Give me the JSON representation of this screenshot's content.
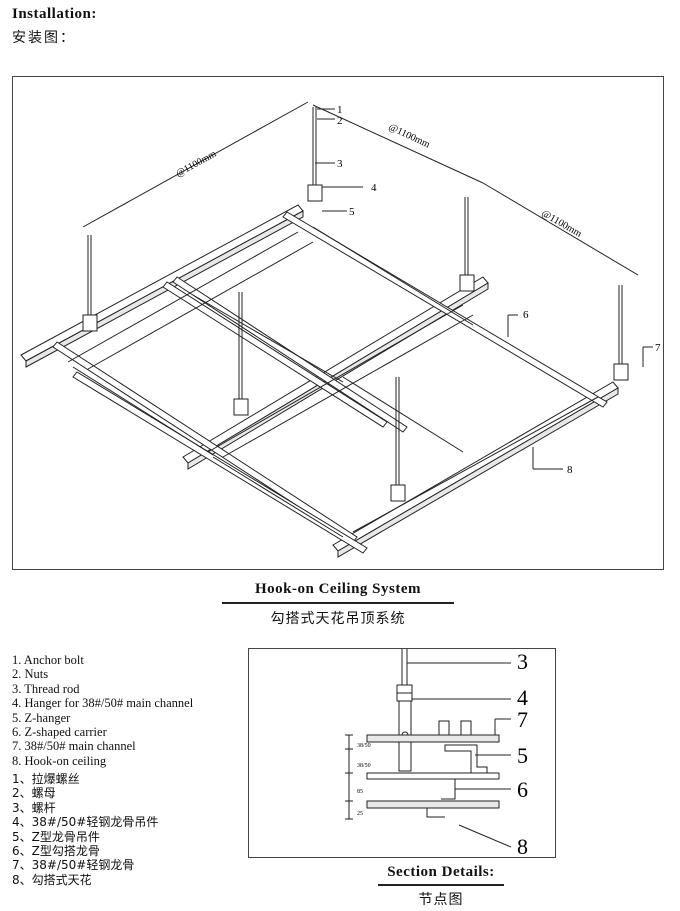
{
  "header": {
    "title_en": "Installation:",
    "title_cn": "安装图："
  },
  "main_figure": {
    "caption_en": "Hook-on Ceiling System",
    "caption_cn": "勾搭式天花吊顶系统",
    "dimensions": {
      "d1": "@1100mm",
      "d2": "@1100mm",
      "d3": "@1100mm"
    },
    "callouts": {
      "c1": "1",
      "c2": "2",
      "c3": "3",
      "c4": "4",
      "c5": "5",
      "c6": "6",
      "c7": "7",
      "c8": "8"
    }
  },
  "legend_en": [
    "1. Anchor bolt",
    "2. Nuts",
    "3. Thread rod",
    "4. Hanger for 38#/50# main channel",
    "5. Z-hanger",
    "6. Z-shaped carrier",
    "7. 38#/50# main channel",
    "8. Hook-on ceiling"
  ],
  "legend_cn": [
    "1、拉爆螺丝",
    "2、螺母",
    "3、螺杆",
    "4、38#/50#轻钢龙骨吊件",
    "5、Z型龙骨吊件",
    "6、Z型勾搭龙骨",
    "7、38#/50#轻钢龙骨",
    "8、勾搭式天花"
  ],
  "detail_figure": {
    "caption_en": "Section Details:",
    "caption_cn": "节点图",
    "callouts": {
      "c3": "3",
      "c4": "4",
      "c7": "7",
      "c5": "5",
      "c6": "6",
      "c8": "8"
    },
    "dims": {
      "a": "38/50",
      "b": "38/50",
      "c": "85",
      "d": "25"
    }
  }
}
